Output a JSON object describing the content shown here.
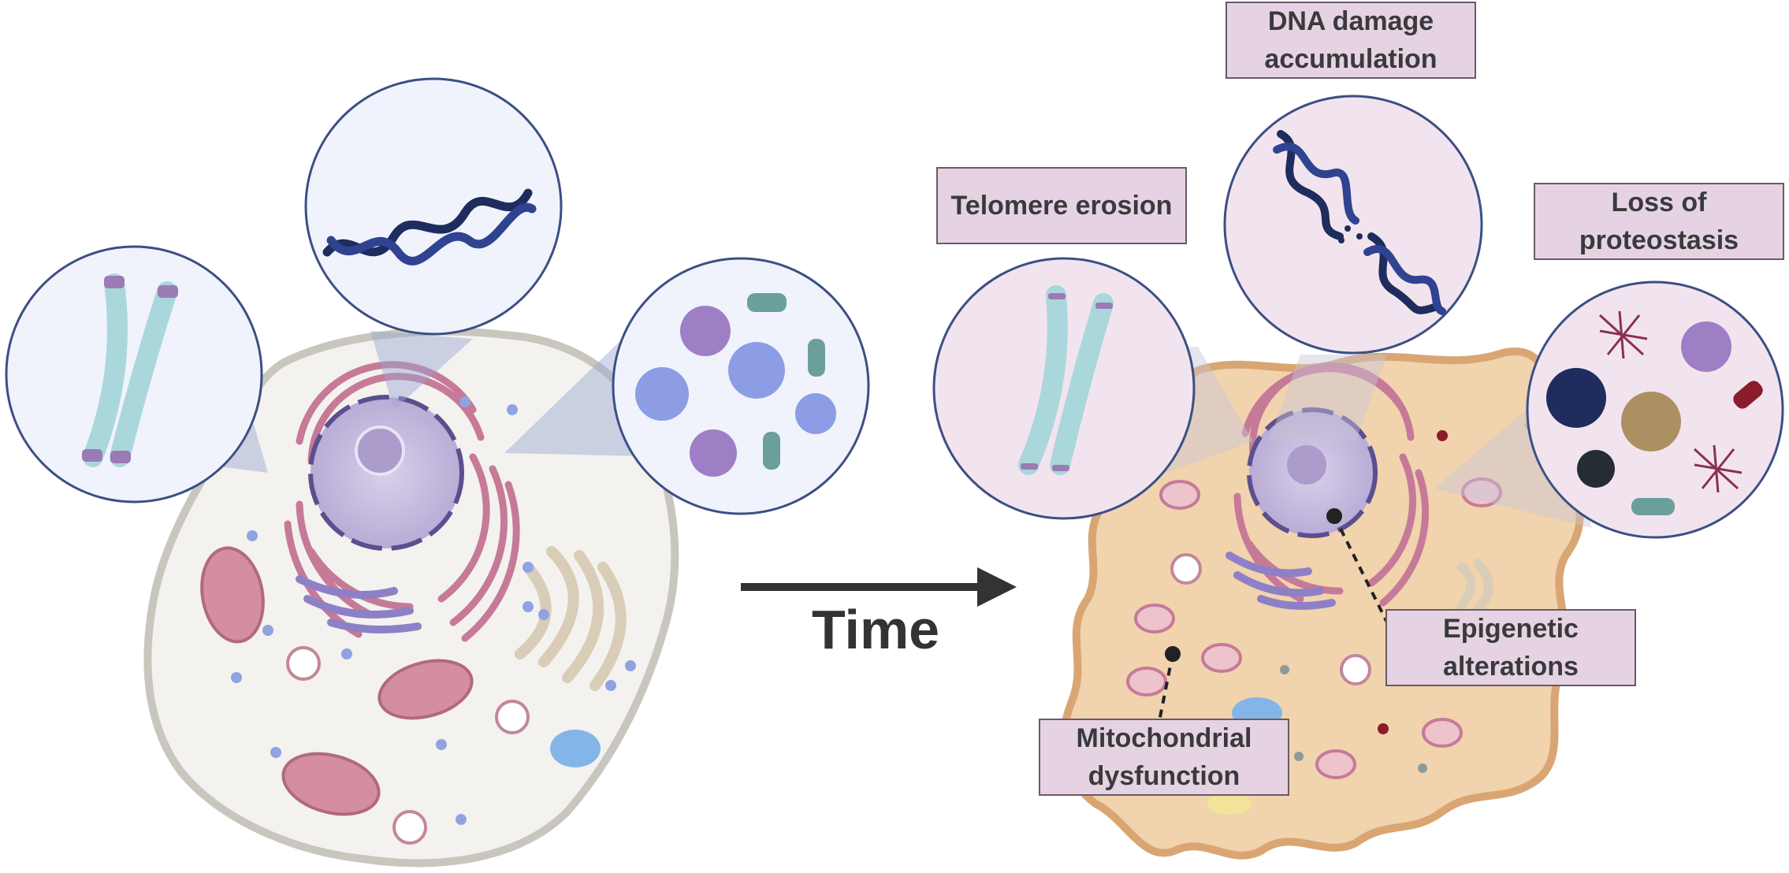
{
  "time_label": "Time",
  "labels": {
    "dna_damage": [
      "DNA damage",
      "accumulation"
    ],
    "telomere": [
      "Telomere erosion"
    ],
    "proteostasis": [
      "Loss of",
      "proteostasis"
    ],
    "epigenetic": [
      "Epigenetic",
      "alterations"
    ],
    "mitochondrial": [
      "Mitochondrial",
      "dysfunction"
    ]
  },
  "colors": {
    "young_cell_fill": "#f3f2ee",
    "young_cell_border": "#c8c6bd",
    "old_cell_fill": "#f1d3ad",
    "old_cell_border": "#d9a673",
    "nucleus": "#c8bde0",
    "er": "#c67a98",
    "mitochondria": "#d48ea0",
    "golgi": "#d9cdb8",
    "chromosome": "#a9d7dc",
    "telomere_cap": "#9b7bb4",
    "dna": "#1e2c5e",
    "label_bg": "#e5d3e3",
    "arrow": "#333333"
  }
}
